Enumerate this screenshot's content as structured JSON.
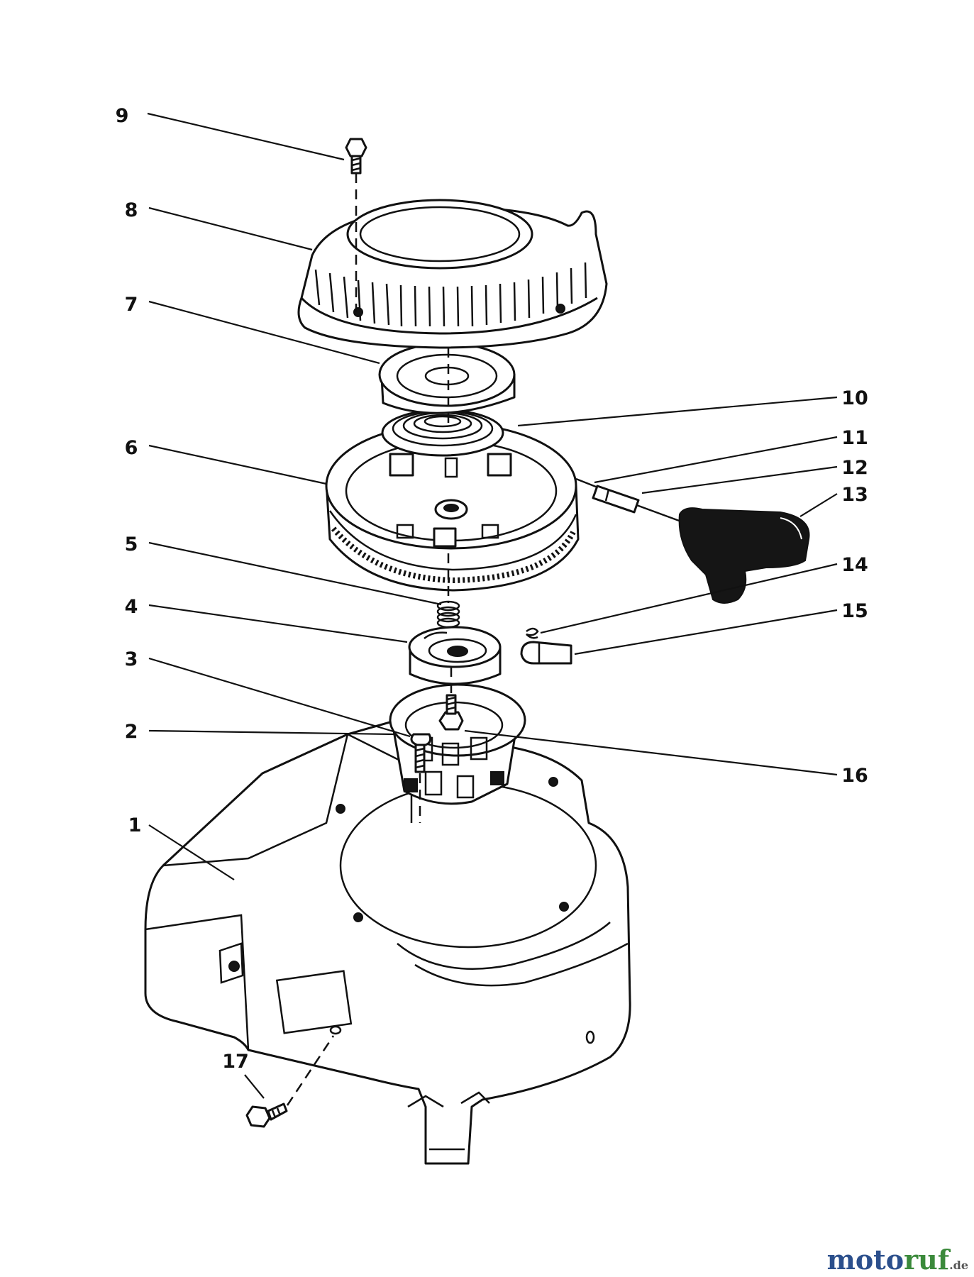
{
  "diagram": {
    "callouts": [
      {
        "id": "1",
        "label": "1"
      },
      {
        "id": "2",
        "label": "2"
      },
      {
        "id": "3",
        "label": "3"
      },
      {
        "id": "4",
        "label": "4"
      },
      {
        "id": "5",
        "label": "5"
      },
      {
        "id": "6",
        "label": "6"
      },
      {
        "id": "7",
        "label": "7"
      },
      {
        "id": "8",
        "label": "8"
      },
      {
        "id": "9",
        "label": "9"
      },
      {
        "id": "10",
        "label": "10"
      },
      {
        "id": "11",
        "label": "11"
      },
      {
        "id": "12",
        "label": "12"
      },
      {
        "id": "13",
        "label": "13"
      },
      {
        "id": "14",
        "label": "14"
      },
      {
        "id": "15",
        "label": "15"
      },
      {
        "id": "16",
        "label": "16"
      },
      {
        "id": "17",
        "label": "17"
      }
    ]
  },
  "watermark": {
    "brand_main": "motoruf",
    "brand_suffix": ".de",
    "colors": {
      "blue": "#2b4f8c",
      "green": "#3b8a3b"
    }
  }
}
